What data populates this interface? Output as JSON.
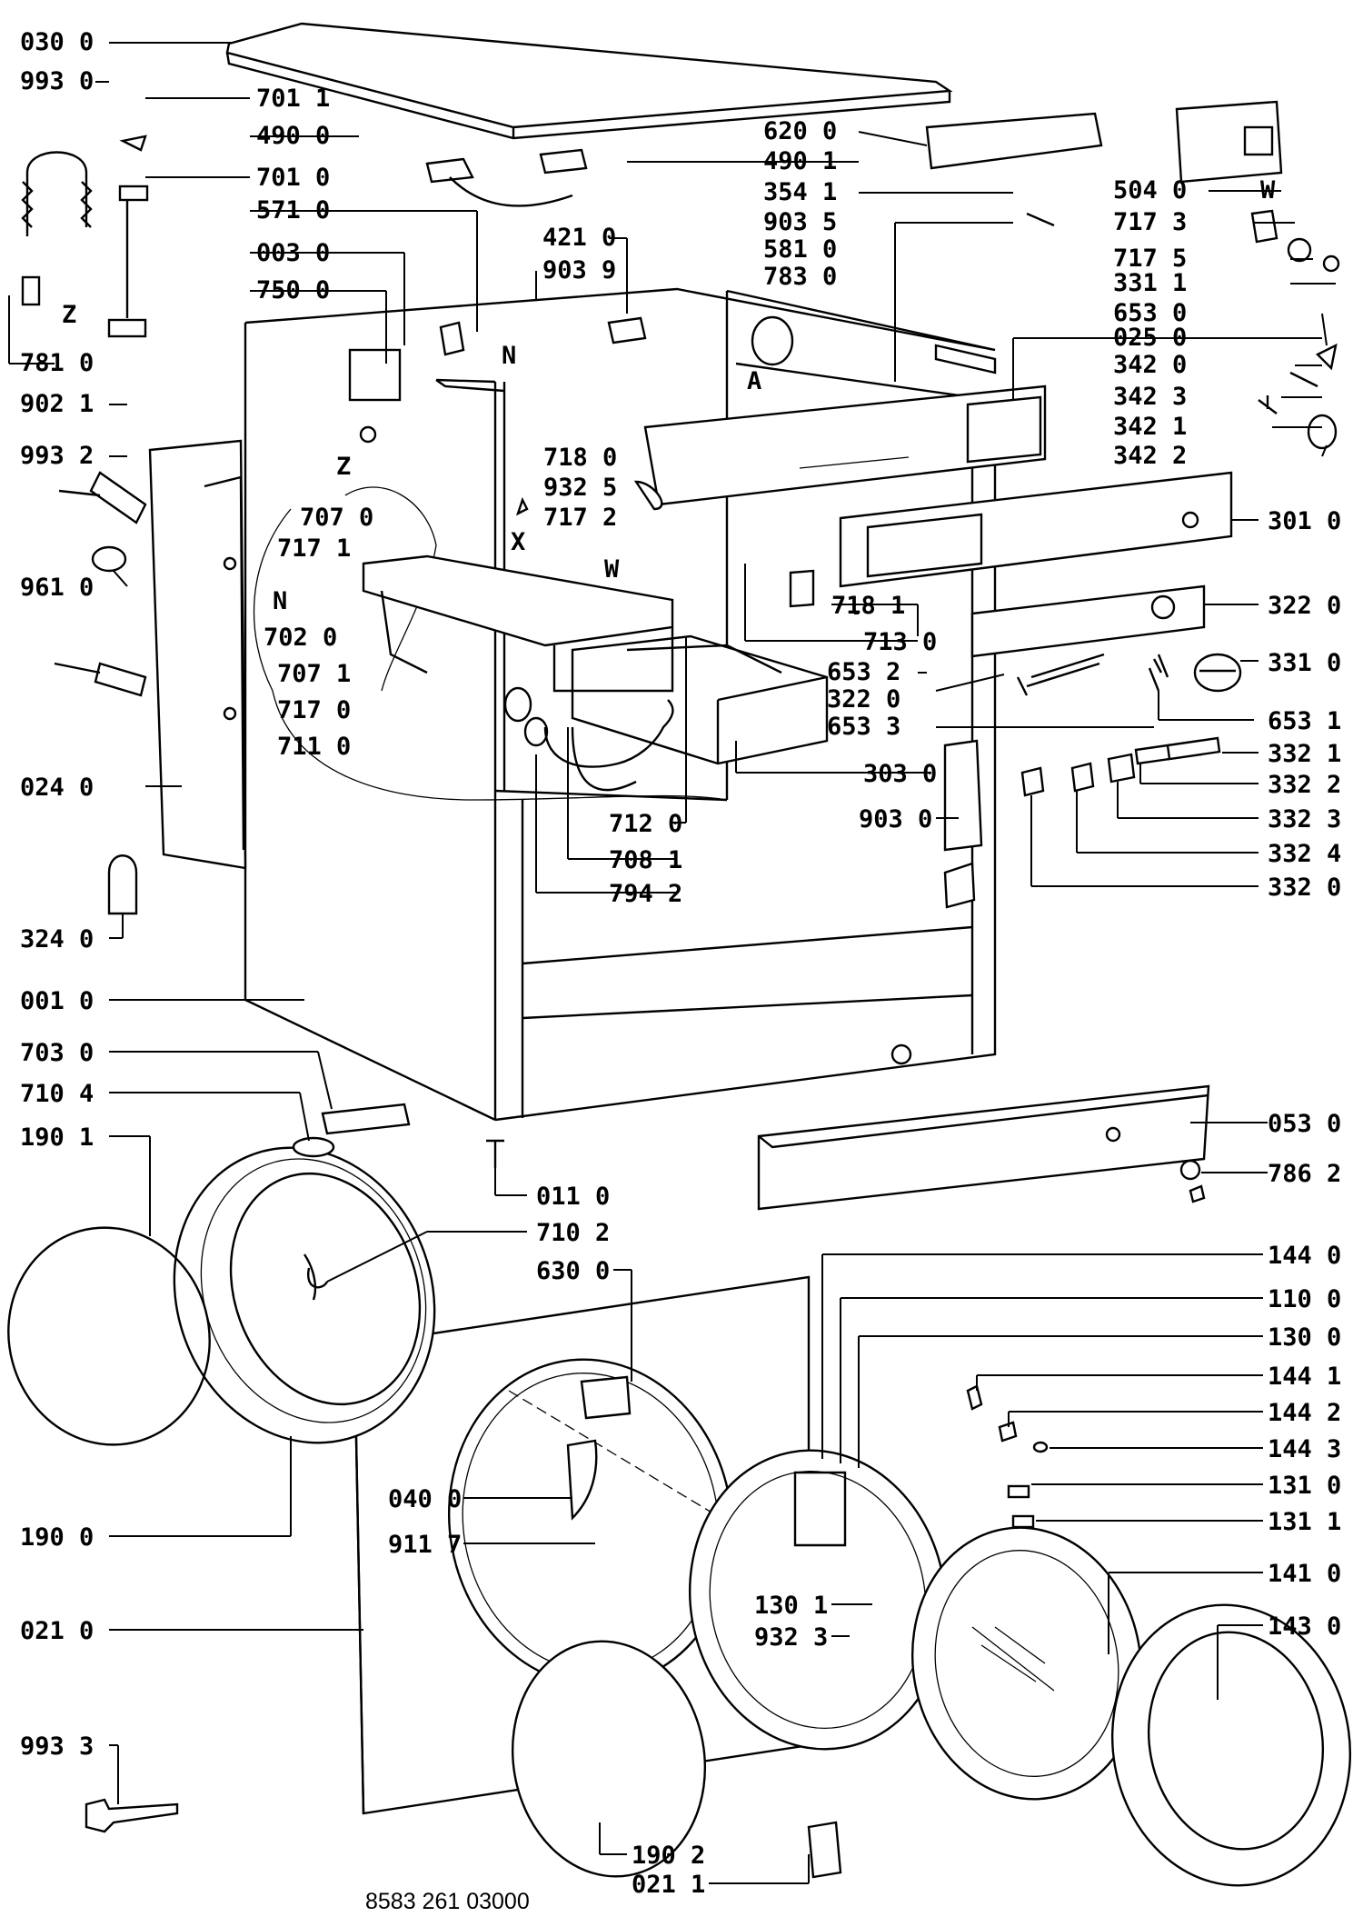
{
  "diagram": {
    "footer": "8583 261 03000",
    "letters": [
      "Z",
      "Z",
      "N",
      "A",
      "W",
      "X",
      "W",
      "N"
    ],
    "labels": {
      "l0300": "030 0",
      "l9930": "993 0",
      "l7011": "701 1",
      "l4900": "490 0",
      "l7010": "701 0",
      "l5710": "571 0",
      "l0030": "003 0",
      "l7500": "750 0",
      "l7810": "781 0",
      "l9021": "902 1",
      "l6200": "620 0",
      "l4901": "490 1",
      "l3541": "354 1",
      "l9035": "903 5",
      "l4210": "421 0",
      "l9039": "903 9",
      "l5810": "581 0",
      "l7830": "783 0",
      "l5040": "504 0",
      "l7173": "717 3",
      "l7175": "717 5",
      "l3311": "331 1",
      "l6530": "653 0",
      "l0250": "025 0",
      "l3420": "342 0",
      "l3423": "342 3",
      "l3421": "342 1",
      "l3422": "342 2",
      "l9932": "993 2",
      "l7180": "718 0",
      "l9325": "932 5",
      "l7070": "707 0",
      "l7172": "717 2",
      "l7171": "717 1",
      "l9610": "961 0",
      "l7020": "702 0",
      "l7071": "707 1",
      "l7170": "717 0",
      "l7110": "711 0",
      "l3010": "301 0",
      "l7181": "718 1",
      "l7130": "713 0",
      "l3220a": "322 0",
      "l6532": "653 2",
      "l3220b": "322 0",
      "l6533": "653 3",
      "l3310": "331 0",
      "l6531": "653 1",
      "l3030": "303 0",
      "l3321": "332 1",
      "l3322": "332 2",
      "l3323": "332 3",
      "l3324": "332 4",
      "l3320": "332 0",
      "l0240": "024 0",
      "l7120": "712 0",
      "l9030": "903 0",
      "l7081": "708 1",
      "l7942": "794 2",
      "l3240": "324 0",
      "l0010": "001 0",
      "l7030": "703 0",
      "l7104": "710 4",
      "l1901": "190 1",
      "l0530": "053 0",
      "l7862": "786 2",
      "l0110": "011 0",
      "l7102": "710 2",
      "l6300": "630 0",
      "l1440": "144 0",
      "l1100": "110 0",
      "l1300": "130 0",
      "l1441": "144 1",
      "l1442": "144 2",
      "l1443": "144 3",
      "l1310": "131 0",
      "l1311": "131 1",
      "l0400": "040 0",
      "l9117": "911 7",
      "l1900": "190 0",
      "l1410": "141 0",
      "l1301": "130 1",
      "l9323": "932 3",
      "l1430": "143 0",
      "l0210": "021 0",
      "l9933": "993 3",
      "l1902": "190 2",
      "l0211": "021 1"
    }
  }
}
